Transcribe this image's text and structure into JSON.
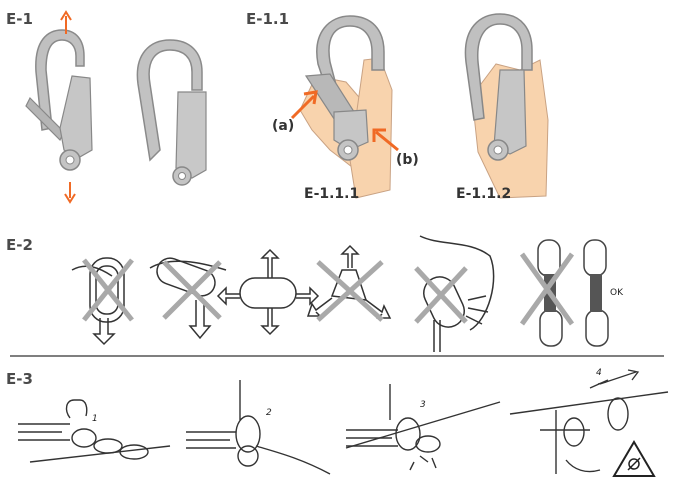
{
  "sections": {
    "e1": {
      "label": "E-1"
    },
    "e11": {
      "label": "E-1.1",
      "callout_a": "(a)",
      "callout_b": "(b)",
      "fig_1": "E-1.1.1",
      "fig_2": "E-1.1.2"
    },
    "e2": {
      "label": "E-2",
      "ok_text": "OK"
    },
    "e3": {
      "label": "E-3",
      "steps": [
        "1",
        "2",
        "3",
        "4"
      ]
    }
  },
  "colors": {
    "accent": "#f06a25",
    "metal": "#b8b8b8",
    "metal_edge": "#7a7a7a",
    "skin": "#f8d3ad",
    "cross": "#a9a9a9",
    "line": "#555555"
  }
}
